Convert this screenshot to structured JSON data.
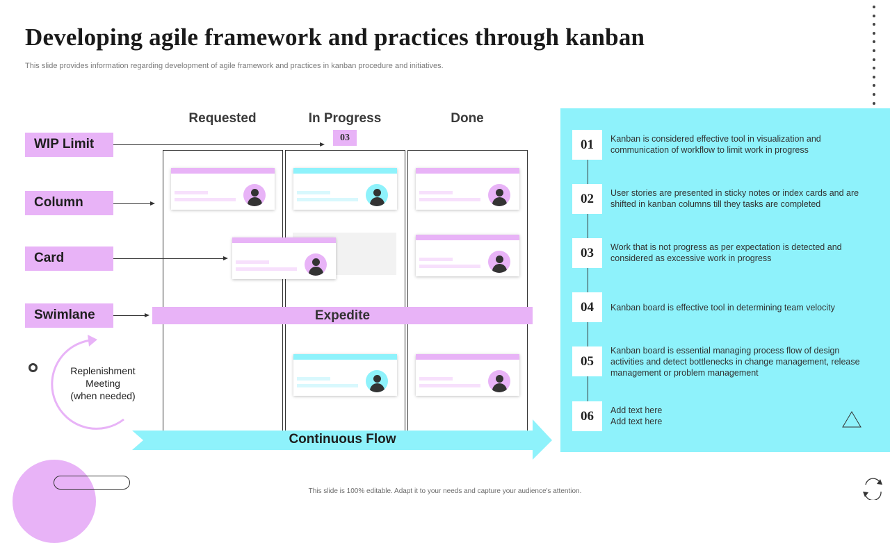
{
  "title": "Developing agile framework and practices through kanban",
  "subtitle": "This slide provides information regarding development of agile framework and practices in kanban procedure and initiatives.",
  "board": {
    "columns": [
      "Requested",
      "In Progress",
      "Done"
    ],
    "wip_value": "03",
    "labels": [
      "WIP Limit",
      "Column",
      "Card",
      "Swimlane"
    ],
    "expedite": "Expedite",
    "replenishment": [
      "Replenishment",
      "Meeting",
      "(when needed)"
    ],
    "flow": "Continuous Flow"
  },
  "items": [
    {
      "num": "01",
      "text": "Kanban is considered effective tool in visualization and communication of workflow to limit work in progress"
    },
    {
      "num": "02",
      "text": "User stories are presented in sticky notes or index cards and are shifted in kanban columns till they tasks are completed"
    },
    {
      "num": "03",
      "text": "Work that is not progress as per expectation is detected and considered as excessive work in progress"
    },
    {
      "num": "04",
      "text": "Kanban board is effective tool in determining team velocity"
    },
    {
      "num": "05",
      "text": "Kanban board is essential managing process flow of design activities and detect bottlenecks in change management, release management or problem management"
    },
    {
      "num": "06",
      "text": "Add text here\nAdd text here"
    }
  ],
  "footer": "This slide is 100% editable. Adapt it to your needs and capture your audience's attention.",
  "colors": {
    "pink": "#e8b3f7",
    "cyan": "#8ef2fb",
    "dark": "#333333"
  }
}
